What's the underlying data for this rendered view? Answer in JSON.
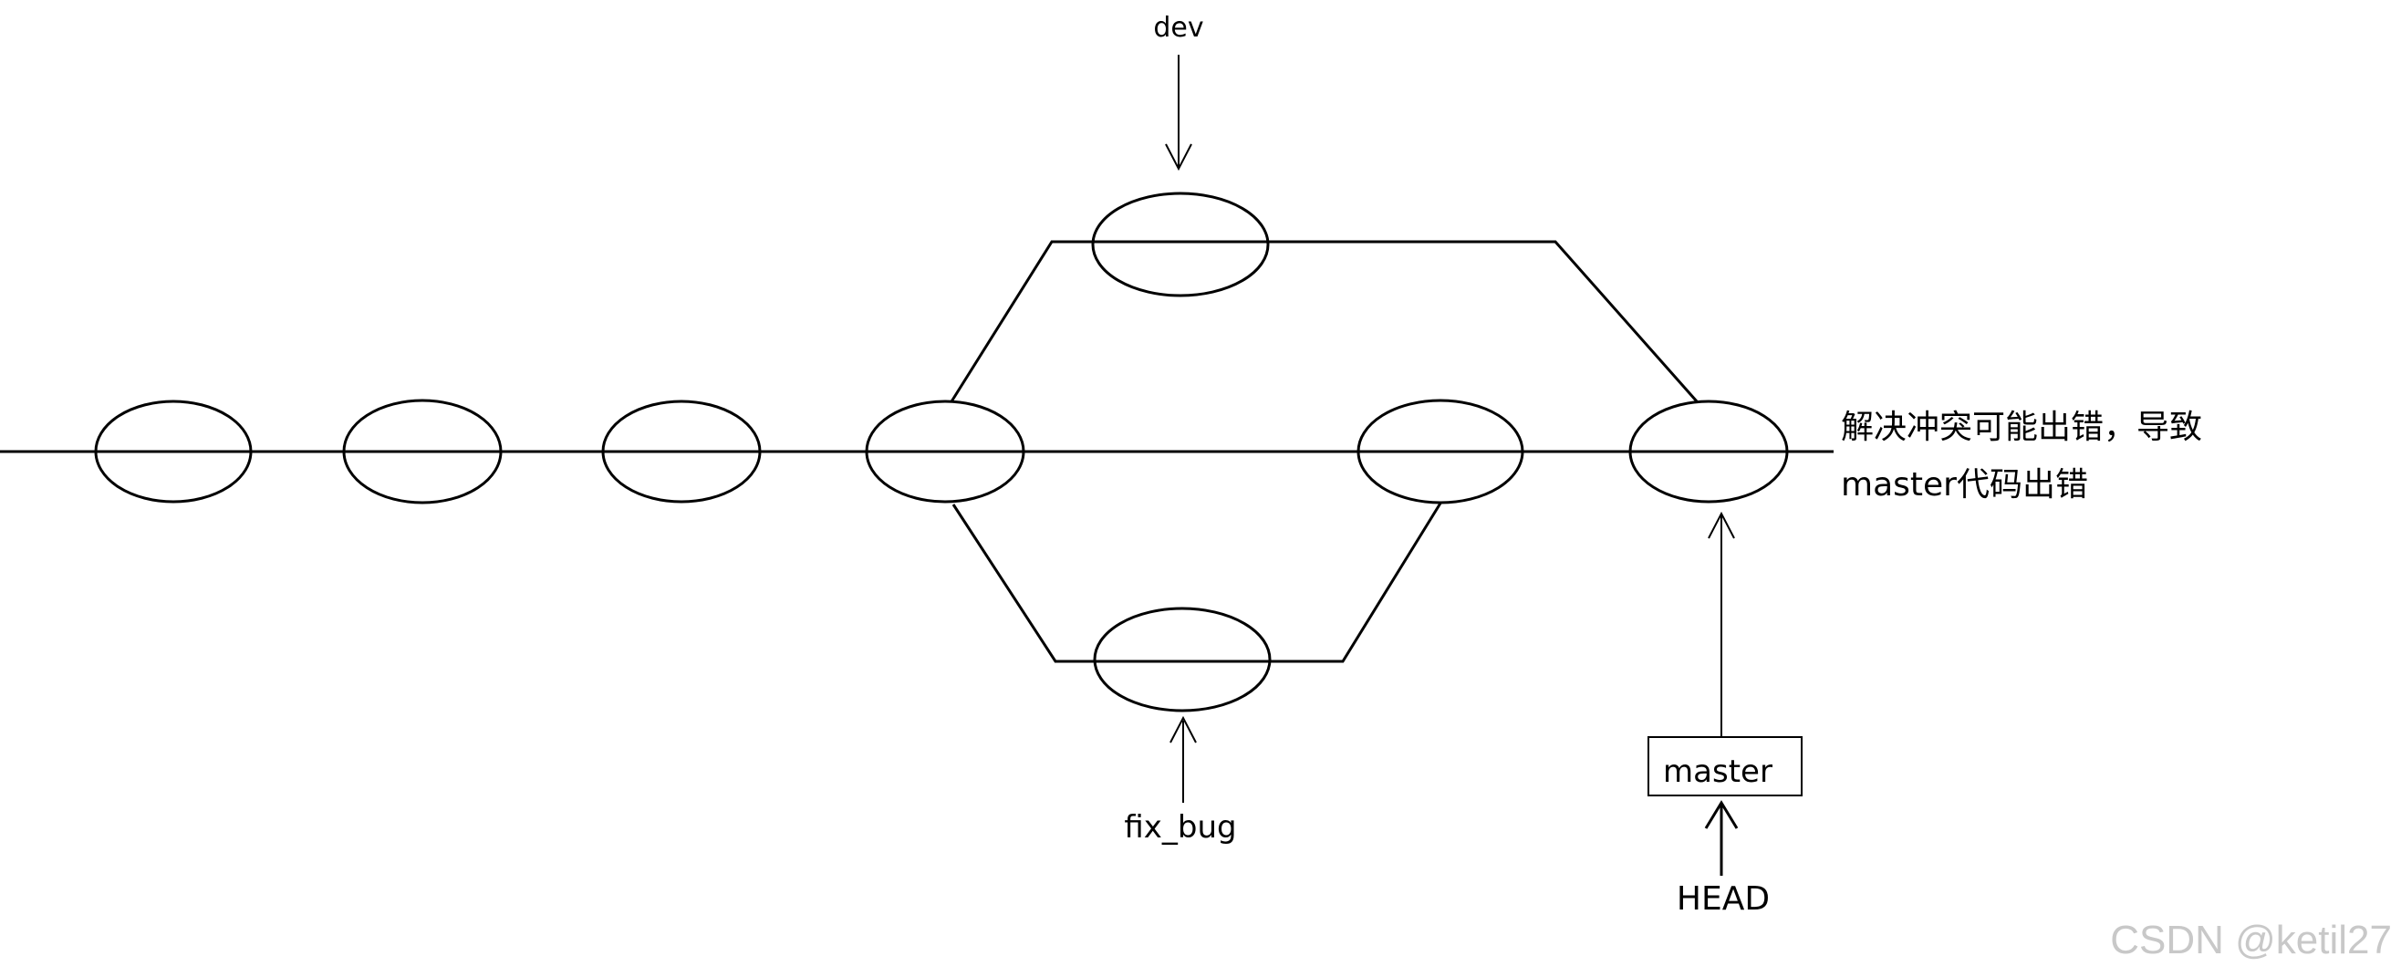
{
  "diagram": {
    "labels": {
      "dev": "dev",
      "fix_bug": "fix_bug",
      "master": "master",
      "head": "HEAD"
    },
    "note": {
      "line1": "解决冲突可能出错，导致",
      "line2": "master代码出错"
    },
    "watermark": "CSDN @ketil27",
    "colors": {
      "stroke": "#000000",
      "background": "#ffffff",
      "watermark": "#c8c8c8"
    }
  }
}
